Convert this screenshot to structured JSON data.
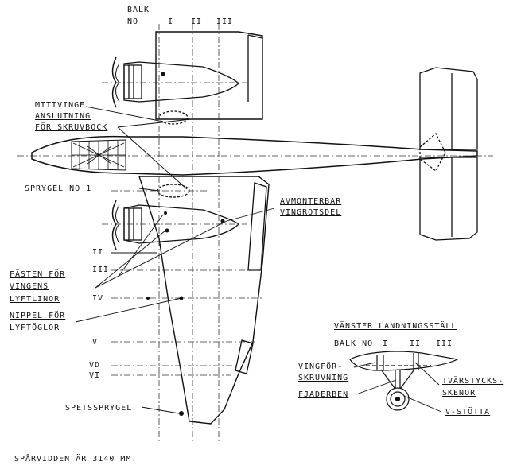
{
  "top_labels": {
    "balk": "BALK",
    "no": "NO",
    "i": "I",
    "ii": "II",
    "iii": "III"
  },
  "callouts": {
    "mittvinge": "MITTVINGE",
    "anslutning": "ANSLUTNING",
    "for_skruvbock": "FÖR SKRUVBOCK",
    "sprygel_no_1": "SPRYGEL NO 1",
    "avmonterbar": "AVMONTERBAR",
    "vingrotsdel": "VINGROTSDEL",
    "fasten_for": "FÄSTEN FÖR",
    "vingens": "VINGENS",
    "lyftlinor": "LYFTLINOR",
    "nippel_for": "NIPPEL FÖR",
    "lyftoglor": "LYFTÖGLOR",
    "spetssprygel": "SPETSSPRYGEL"
  },
  "rib_labels": {
    "ii": "II",
    "iii": "III",
    "iv": "IV",
    "v": "V",
    "vd": "VD",
    "vi": "VI"
  },
  "inset": {
    "title": "VÄNSTER LANDNINGSSTÄLL",
    "balk_no": "BALK NO",
    "i": "I",
    "ii": "II",
    "iii": "III",
    "vingfor": "VINGFÖR-",
    "skruvning": "SKRUVNING",
    "fjaderben": "FJÄDERBEN",
    "tvarstycks": "TVÄRSTYCKS-",
    "skenor": "SKENOR",
    "v_stotta": "V-STÖTTA"
  },
  "footer": "SPÅRVIDDEN ÄR 3140 MM."
}
